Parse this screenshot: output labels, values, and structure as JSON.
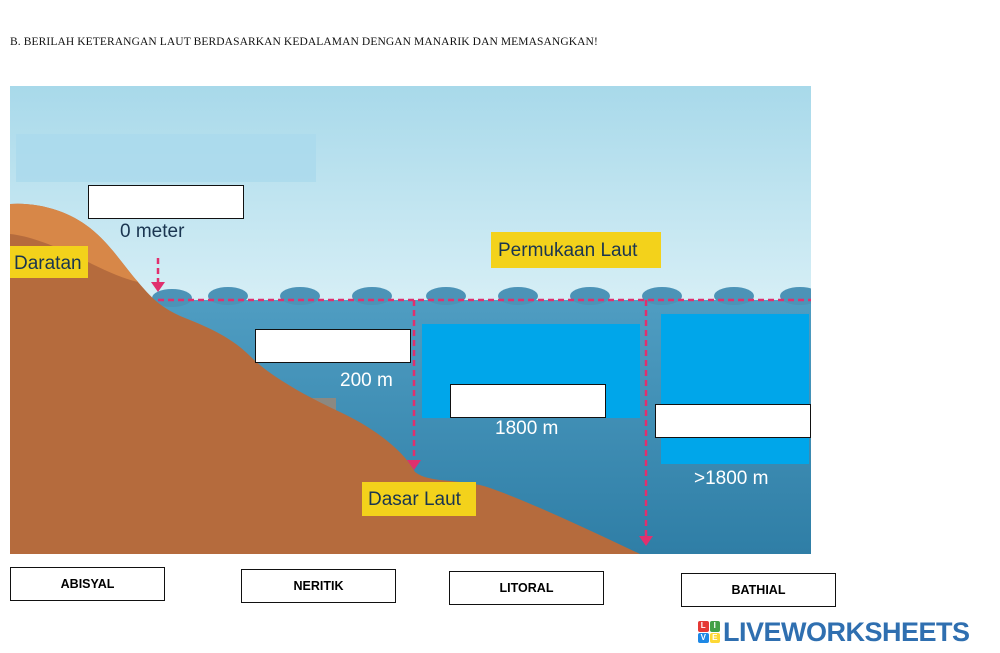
{
  "instruction": "B. BERILAH KETERANGAN LAUT BERDASARKAN KEDALAMAN DENGAN MANARIK DAN MEMASANGKAN!",
  "diagram": {
    "label_0m": "0 meter",
    "label_daratan": "Daratan",
    "label_permukaan": "Permukaan Laut",
    "label_200m": "200 m",
    "label_1800m": "1800 m",
    "label_gt1800m": ">1800 m",
    "label_dasar": "Dasar Laut"
  },
  "word_cards": [
    "ABISYAL",
    "NERITIK",
    "LITORAL",
    "BATHIAL"
  ],
  "logo": {
    "text": "LIVEWORKSHEETS",
    "icon_letters": [
      "L",
      "I",
      "V",
      "E"
    ]
  },
  "colors": {
    "sky": "#bfe3ef",
    "sea": "#3c8cb2",
    "land": "#b56b3d",
    "tag": "#f3d21b",
    "dashed": "#e0306e",
    "zone_highlight": "#00a6ea",
    "brand": "#2f6fb0"
  }
}
